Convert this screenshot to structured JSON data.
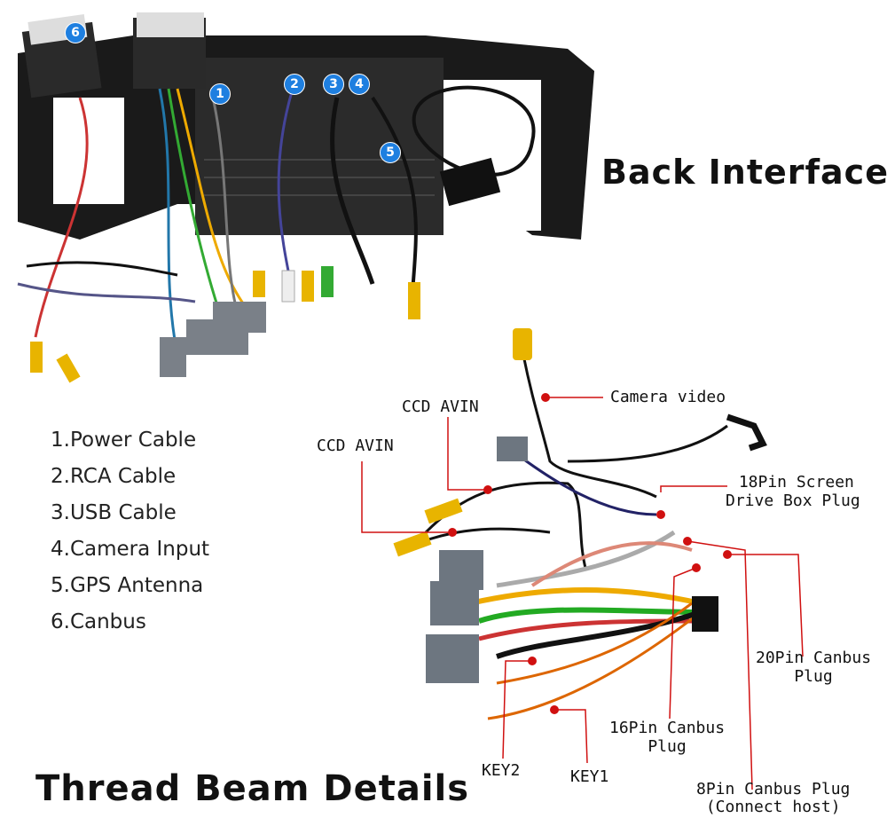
{
  "back_interface": {
    "title": "Back Interface",
    "badges": [
      "1",
      "2",
      "3",
      "4",
      "5",
      "6"
    ]
  },
  "legend": [
    "1.Power Cable",
    "2.RCA Cable",
    "3.USB Cable",
    "4.Camera Input",
    "5.GPS Antenna",
    "6.Canbus"
  ],
  "thread_beam": {
    "title": "Thread Beam Details",
    "labels": {
      "camera_video": "Camera video",
      "ccd_avin_1": "CCD AVIN",
      "ccd_avin_2": "CCD AVIN",
      "pin18_line1": "18Pin Screen",
      "pin18_line2": "Drive Box Plug",
      "pin20_line1": "20Pin Canbus",
      "pin20_line2": "Plug",
      "pin16_line1": "16Pin Canbus",
      "pin16_line2": "Plug",
      "key2": "KEY2",
      "key1": "KEY1",
      "pin8_line1": "8Pin Canbus Plug",
      "pin8_line2": "(Connect host)"
    }
  },
  "colors": {
    "badge": "#1e7fe0",
    "callout": "#d01010",
    "rca_yellow": "#e8b400",
    "connector_gray": "#6d7680"
  }
}
